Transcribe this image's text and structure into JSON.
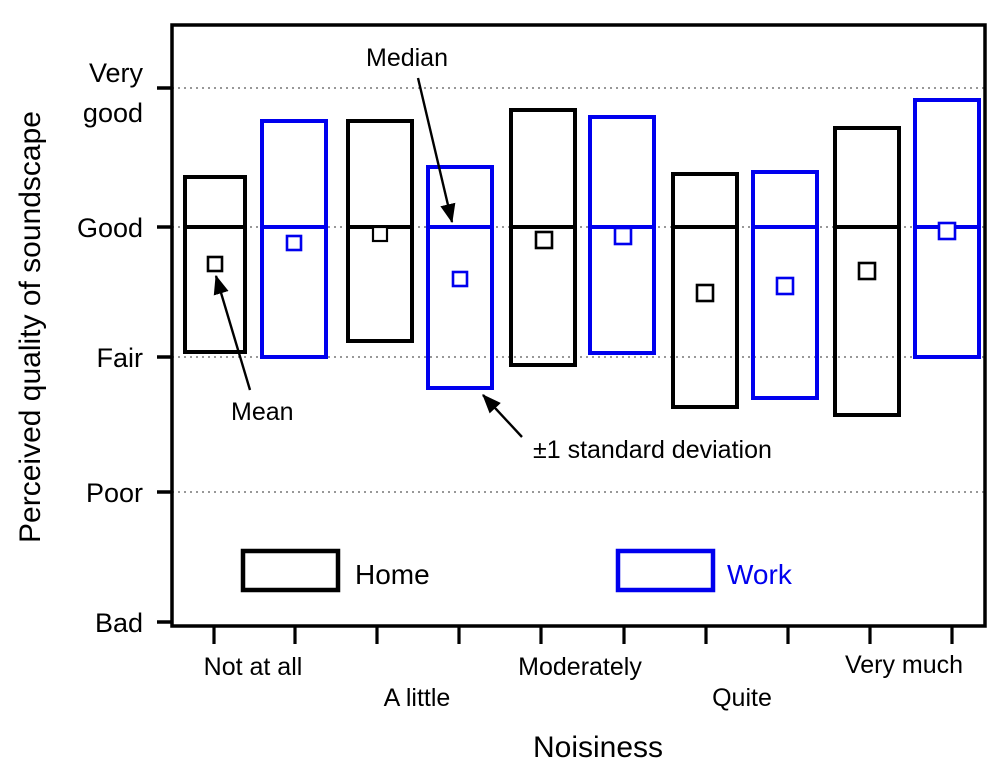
{
  "chart_data": {
    "type": "bar",
    "title": "",
    "xlabel": "Noisiness",
    "ylabel": "Perceived quality of soundscape",
    "categories": [
      "Not at all",
      "A little",
      "Moderately",
      "Quite",
      "Very much"
    ],
    "y_tick_labels": [
      "Very good",
      "Good",
      "Fair",
      "Poor",
      "Bad"
    ],
    "y_tick_values": [
      5,
      4,
      3,
      2,
      1
    ],
    "ylim": [
      0.78,
      5.3
    ],
    "grid": "horizontal-dotted",
    "legend_position": "inside-bottom",
    "series": [
      {
        "name": "Home",
        "color": "#000000",
        "median": [
          4.0,
          4.0,
          4.0,
          4.0,
          4.0
        ],
        "mean": [
          3.72,
          3.95,
          3.91,
          3.51,
          3.68
        ],
        "sd_upper": [
          4.38,
          4.81,
          4.9,
          4.41,
          4.76
        ],
        "sd_lower": [
          2.96,
          3.13,
          2.91,
          2.61,
          2.63
        ]
      },
      {
        "name": "Work",
        "color": "#0000ee",
        "median": [
          4.0,
          4.0,
          4.0,
          4.0,
          4.0
        ],
        "mean": [
          3.89,
          3.61,
          3.94,
          3.56,
          3.98
        ],
        "sd_upper": [
          4.81,
          4.45,
          4.85,
          4.42,
          4.98
        ],
        "sd_lower": [
          3.0,
          2.76,
          3.03,
          2.68,
          3.0
        ]
      }
    ],
    "annotations": [
      {
        "id": "median",
        "label": "Median",
        "target": "Work bar median line, A little"
      },
      {
        "id": "mean",
        "label": "Mean",
        "target": "Home bar mean marker, Not at all"
      },
      {
        "id": "sd",
        "label": "±1 standard deviation",
        "target": "Work bar lower edge, A little"
      }
    ]
  },
  "axes": {
    "y_title": "Perceived quality of soundscape",
    "x_title": "Noisiness",
    "y_ticks": [
      {
        "line1": "Very",
        "line2": "good"
      },
      {
        "line1": "Good",
        "line2": ""
      },
      {
        "line1": "Fair",
        "line2": ""
      },
      {
        "line1": "Poor",
        "line2": ""
      },
      {
        "line1": "Bad",
        "line2": ""
      }
    ],
    "x_ticks": [
      "Not at all",
      "A little",
      "Moderately",
      "Quite",
      "Very much"
    ]
  },
  "legend": {
    "home_label": "Home",
    "work_label": "Work",
    "home_color": "#000000",
    "work_color": "#0000ee"
  },
  "annotations": {
    "median_label": "Median",
    "mean_label": "Mean",
    "sd_label": "±1 standard deviation"
  }
}
